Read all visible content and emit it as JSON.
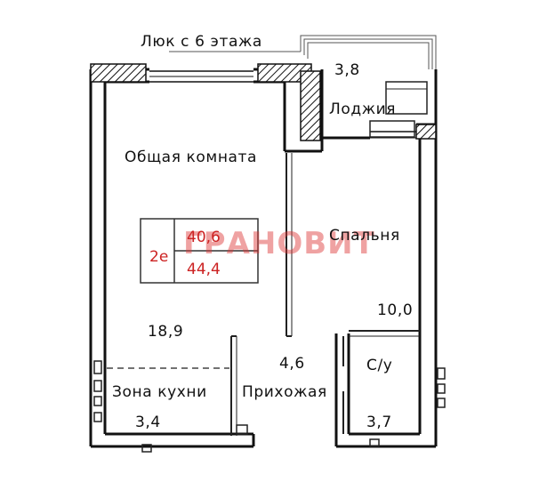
{
  "hatch_note": "Люк с 6 этажа",
  "rooms": {
    "common_room": "Общая комната",
    "bedroom": "Спальня",
    "loggia": "Лоджия",
    "kitchen_zone": "Зона кухни",
    "hallway": "Прихожая",
    "bathroom": "С/у"
  },
  "areas": {
    "loggia": "3,8",
    "common_room": "18,9",
    "bedroom": "10,0",
    "hallway": "4,6",
    "kitchen_zone": "3,4",
    "bathroom": "3,7"
  },
  "summary": {
    "rooms_count": "2е",
    "living_area": "40,6",
    "total_area": "44,4"
  },
  "watermark": "ГРАНОВИТ",
  "colors": {
    "wall": "#111111",
    "accent": "#cc2222"
  }
}
